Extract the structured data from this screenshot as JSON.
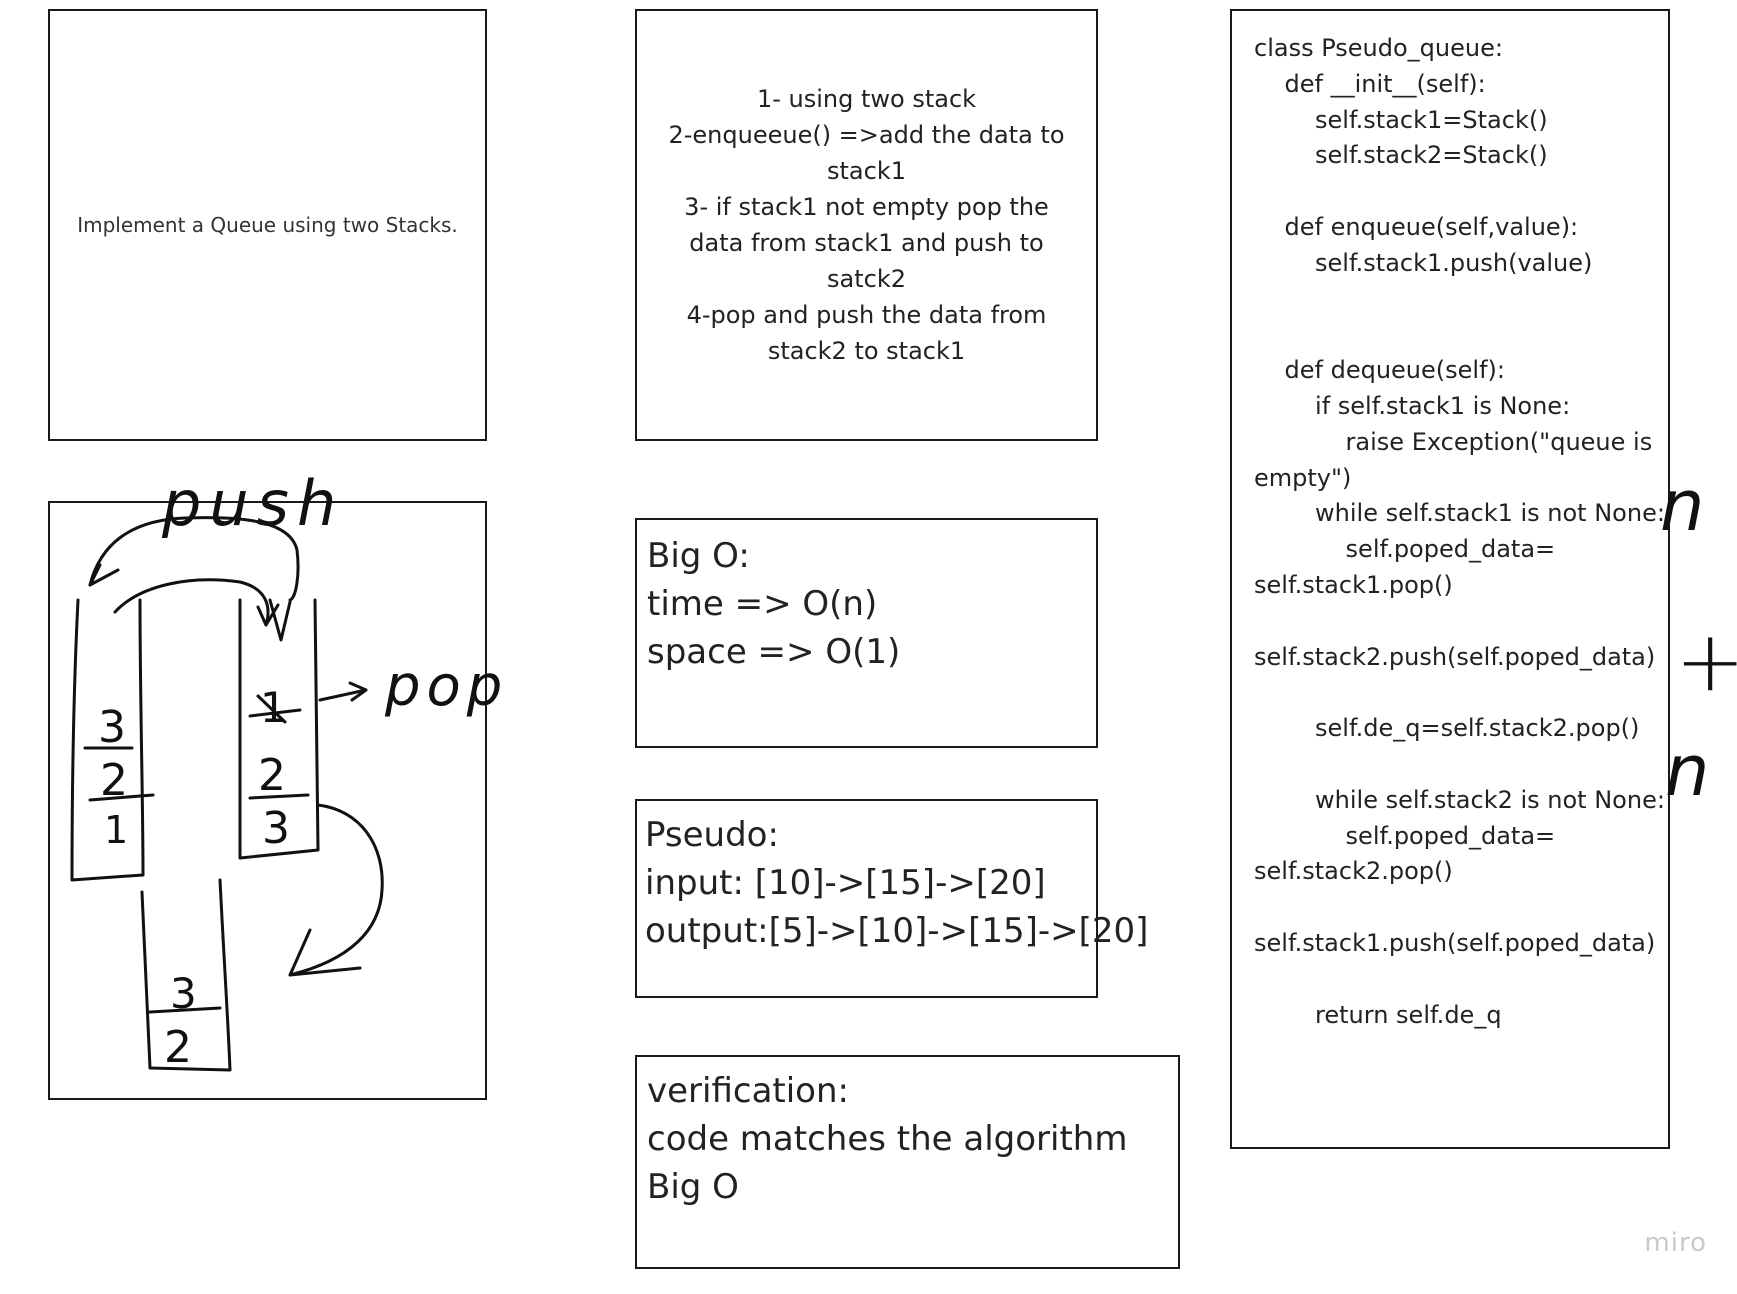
{
  "problem": {
    "text": "Implement a Queue using two Stacks."
  },
  "algorithm": {
    "lines": [
      "1- using two stack",
      "2-enqueeue() =>add the data to stack1",
      "3- if stack1 not empty pop the data from stack1 and push to satck2",
      "4-pop and push the data from stack2 to stack1"
    ]
  },
  "drawing": {
    "push_label": "push",
    "pop_label": "pop",
    "stack_left": [
      "3",
      "2",
      "1"
    ],
    "stack_right": [
      "1",
      "2",
      "3"
    ],
    "stack_bottom": [
      "3",
      "2"
    ]
  },
  "big_o": {
    "lines": [
      "Big O:",
      "time => O(n)",
      "space => O(1)"
    ]
  },
  "pseudo": {
    "lines": [
      "Pseudo:",
      "input: [10]->[15]->[20]",
      "output:[5]->[10]->[15]->[20]"
    ]
  },
  "verification": {
    "lines": [
      "verification:",
      "code matches the algorithm",
      "Big O"
    ]
  },
  "code": {
    "lines": [
      "class Pseudo_queue:",
      "    def __init__(self):",
      "        self.stack1=Stack()",
      "        self.stack2=Stack()",
      "",
      "    def enqueue(self,value):",
      "        self.stack1.push(value)",
      "",
      "",
      "    def dequeue(self):",
      "        if self.stack1 is None:",
      "            raise Exception(\"queue is",
      "empty\")",
      "        while self.stack1 is not None:",
      "            self.poped_data=",
      "self.stack1.pop()",
      "",
      "self.stack2.push(self.poped_data)",
      "",
      "        self.de_q=self.stack2.pop()",
      "",
      "        while self.stack2 is not None:",
      "            self.poped_data=",
      "self.stack2.pop()",
      "",
      "self.stack1.push(self.poped_data)",
      "",
      "        return self.de_q"
    ]
  },
  "margin_note": {
    "chars": [
      "n",
      "+",
      "n"
    ]
  },
  "watermark": "miro"
}
